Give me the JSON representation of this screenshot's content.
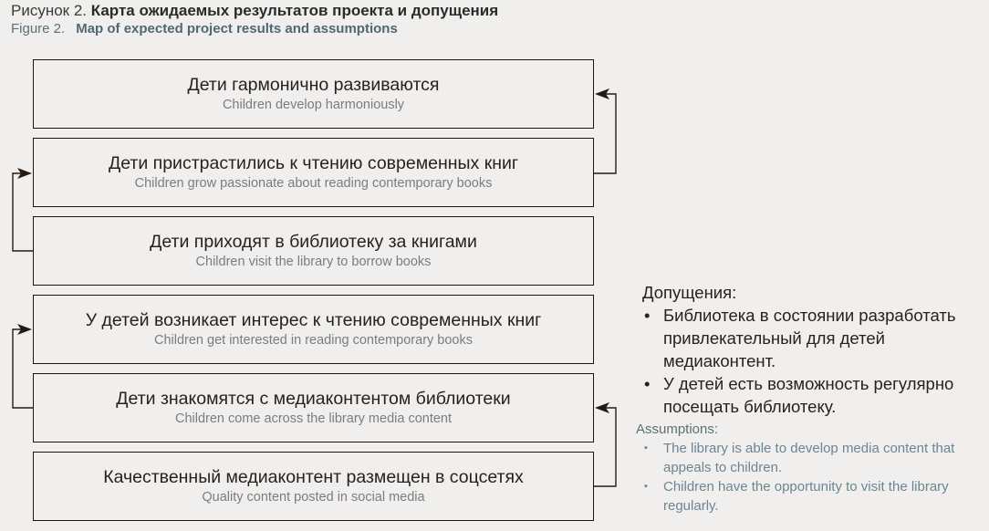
{
  "caption": {
    "ru_prefix": "Рисунок 2.",
    "ru_title": "Карта ожидаемых результатов проекта и допущения",
    "en_prefix": "Figure 2.",
    "en_title": "Map of expected project results and assumptions"
  },
  "colors": {
    "page_background": "#f0efee",
    "box_border": "#1c1512",
    "box_fill": "#f0efee",
    "text_primary": "#262220",
    "text_secondary_gray": "#7c7c7c",
    "text_slate": "#5d7078",
    "connector": "#241a14"
  },
  "diagram": {
    "type": "results-chain",
    "boxes": [
      {
        "id": "box-1",
        "level": 1,
        "ru": "Дети гармонично развиваются",
        "en": "Children develop harmoniously"
      },
      {
        "id": "box-2",
        "level": 2,
        "ru": "Дети пристрастились к чтению современных книг",
        "en": "Children grow passionate about reading contemporary books"
      },
      {
        "id": "box-3",
        "level": 3,
        "ru": "Дети приходят в библиотеку за книгами",
        "en": "Children visit the library to borrow books"
      },
      {
        "id": "box-4",
        "level": 4,
        "ru": "У детей возникает интерес к чтению современных книг",
        "en": "Children get interested in reading contemporary books"
      },
      {
        "id": "box-5",
        "level": 5,
        "ru": "Дети знакомятся с медиаконтентом библиотеки",
        "en": "Children come across the library media content"
      },
      {
        "id": "box-6",
        "level": 6,
        "ru": "Качественный медиаконтент размещен в соцсетях",
        "en": "Quality content posted in social media"
      }
    ],
    "connectors": [
      {
        "id": "conn-right-top",
        "from": "box-2",
        "to": "box-1",
        "side": "right"
      },
      {
        "id": "conn-left-upper",
        "from": "box-3",
        "to": "box-2",
        "side": "left"
      },
      {
        "id": "conn-left-lower",
        "from": "box-6",
        "to": "box-5",
        "side": "left"
      },
      {
        "id": "conn-right-bottom",
        "from": "box-6",
        "to": "box-5",
        "side": "right"
      }
    ]
  },
  "assumptions": {
    "ru_heading": "Допущения:",
    "ru_items": [
      "Библиотека в состоянии разработать привлекательный для детей медиаконтент.",
      "У детей есть возможность регулярно посещать библиотеку."
    ],
    "en_heading": "Assumptions:",
    "en_items": [
      "The library is able to develop media content that appeals to children.",
      "Children have the opportunity to visit the library regularly."
    ],
    "bullet_glyph_ru": "•",
    "bullet_glyph_en": "▪"
  }
}
